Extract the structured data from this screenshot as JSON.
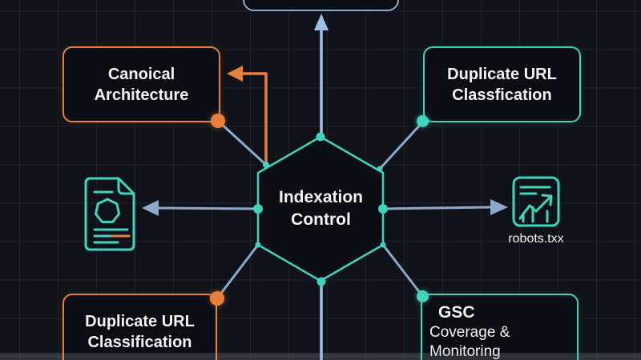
{
  "colors": {
    "background": "#0f1319",
    "grid_line": "rgba(195,210,230,0.07)",
    "node_fill": "#0b0e14",
    "orange": "#e8803c",
    "teal": "#41d3bd",
    "steel_blue": "#8caac9",
    "light_blue": "#9dc0e4",
    "text": "#f3f5f7"
  },
  "center": {
    "line1": "Indexation",
    "line2": "Control"
  },
  "nodes": {
    "canonical": {
      "line1": "Canoical",
      "line2": "Architecture"
    },
    "duplicate_top": {
      "line1": "Duplicate URL",
      "line2": "Classfication"
    },
    "duplicate_bottom": {
      "line1": "Duplicate URL",
      "line2": "Classification"
    },
    "gsc": {
      "line1": "GSC",
      "line2": "Coverage & Monitoring"
    },
    "robots": {
      "label": "robots.txx"
    }
  },
  "icons": {
    "left": "document-report-icon",
    "right": "analytics-trend-icon"
  }
}
